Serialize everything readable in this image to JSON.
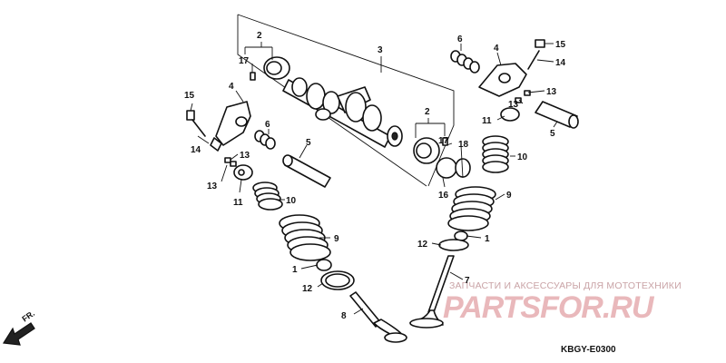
{
  "diagram": {
    "code": "KBGY-E0300",
    "direction_label": "FR.",
    "watermark": {
      "caption": "ЗАПЧАСТИ И АКСЕССУАРЫ ДЛЯ МОТОТЕХНИКИ",
      "logo": "PARTSFOR.RU"
    },
    "callouts": {
      "c1_left": "1",
      "c1_right": "1",
      "c2_top": "2",
      "c2_right": "2",
      "c3": "3",
      "c4_left": "4",
      "c4_right": "4",
      "c5_left": "5",
      "c5_right": "5",
      "c6_left": "6",
      "c6_right": "6",
      "c7": "7",
      "c8": "8",
      "c9_left": "9",
      "c9_right": "9",
      "c10_left": "10",
      "c10_right": "10",
      "c11_left": "11",
      "c11_right": "11",
      "c12_left": "12",
      "c12_right": "12",
      "c13_left_a": "13",
      "c13_left_b": "13",
      "c13_right_a": "13",
      "c13_right_b": "13",
      "c14_left": "14",
      "c14_right": "14",
      "c15_left": "15",
      "c15_right": "15",
      "c16": "16",
      "c17_top": "17",
      "c17_right": "17"
    }
  }
}
